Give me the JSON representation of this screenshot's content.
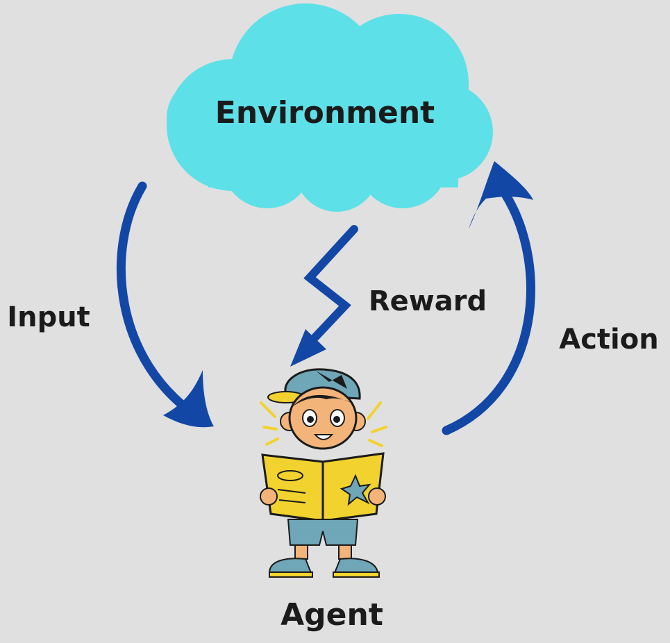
{
  "nodes": {
    "environment": "Environment",
    "agent": "Agent"
  },
  "edges": {
    "input": "Input",
    "reward": "Reward",
    "action": "Action"
  },
  "colors": {
    "background": "#e0e0e0",
    "cloud": "#5ee0e8",
    "arrow": "#1347a6",
    "text": "#1b1b1b",
    "book": "#f2d22e",
    "cap": "#6fa6b8",
    "skin": "#f3b47a"
  },
  "illustration": {
    "agent_icon": "boy-reading-book-icon"
  }
}
